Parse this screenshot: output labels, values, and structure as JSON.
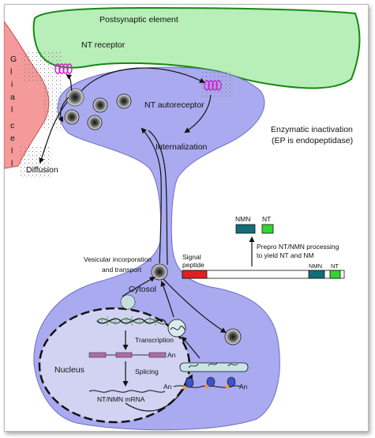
{
  "labels": {
    "postsynaptic": "Postsynaptic element",
    "nt_receptor": "NT receptor",
    "glial": [
      "G",
      "l",
      "i",
      "a",
      "l",
      "c",
      "e",
      "l",
      "l"
    ],
    "nt_autoreceptor": "NT autoreceptor",
    "internalization": "Internalization",
    "enzymatic_1": "Enzymatic inactivation",
    "enzymatic_2": "(EP is endopeptidase)",
    "diffusion": "Diffusion",
    "nmn": "NMN",
    "nt": "NT",
    "prepro_1": "Prepro NT/NMN processing",
    "prepro_2": "to yield NT and NM",
    "signal_1": "Signal",
    "signal_2": "peptide",
    "bar_nmn": "NMN",
    "bar_nt": "NT",
    "vesicular_1": "Vesicular incorporation",
    "vesicular_2": "and transport",
    "cytosol": "Cytosol",
    "transcription": "Transcription",
    "an_1": "An",
    "nucleus": "Nucleus",
    "splicing": "Splicing",
    "an_2": "An",
    "mrna": "NT/NMN mRNA",
    "an_3": "An"
  },
  "colors": {
    "neuron": "#aaaaf0",
    "postsynaptic": "#b8eeb8",
    "postsynaptic_stroke": "#138a13",
    "glial": "#f59a9a",
    "receptor": "#d01ec8",
    "signal_peptide": "#e02020",
    "nmn": "#136e78",
    "nt": "#33d433",
    "exon": "#b06cb0"
  }
}
